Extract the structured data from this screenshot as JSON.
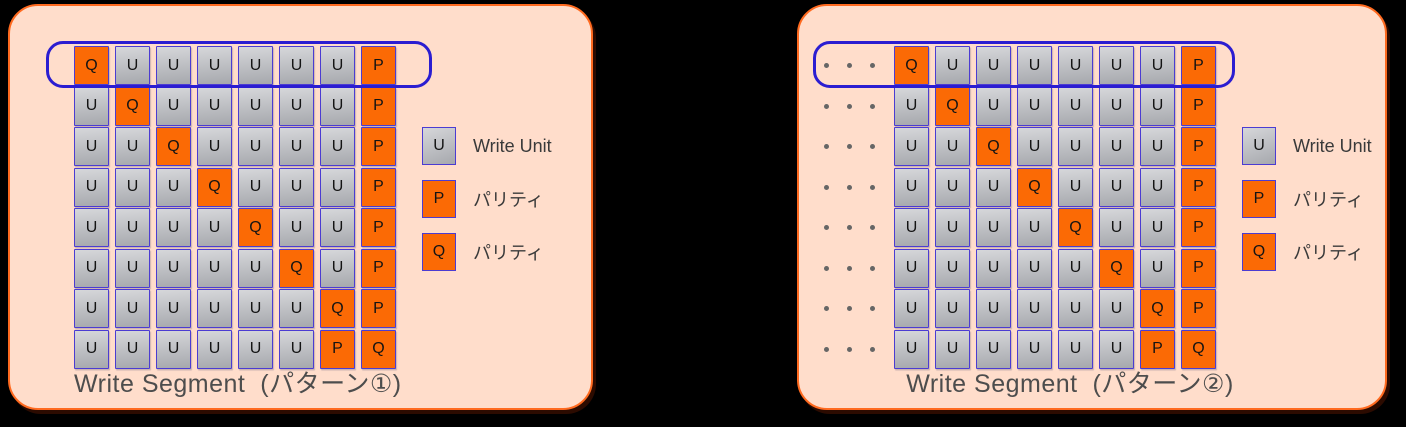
{
  "panels": [
    {
      "caption": "Write Segment  (パターン①)",
      "leading_dots": false,
      "highlight_row": 0,
      "grid_rows": [
        [
          "Q",
          "U",
          "U",
          "U",
          "U",
          "U",
          "U",
          "P"
        ],
        [
          "U",
          "Q",
          "U",
          "U",
          "U",
          "U",
          "U",
          "P"
        ],
        [
          "U",
          "U",
          "Q",
          "U",
          "U",
          "U",
          "U",
          "P"
        ],
        [
          "U",
          "U",
          "U",
          "Q",
          "U",
          "U",
          "U",
          "P"
        ],
        [
          "U",
          "U",
          "U",
          "U",
          "Q",
          "U",
          "U",
          "P"
        ],
        [
          "U",
          "U",
          "U",
          "U",
          "U",
          "Q",
          "U",
          "P"
        ],
        [
          "U",
          "U",
          "U",
          "U",
          "U",
          "U",
          "Q",
          "P"
        ],
        [
          "U",
          "U",
          "U",
          "U",
          "U",
          "U",
          "P",
          "Q"
        ]
      ],
      "legend": [
        {
          "symbol": "U",
          "kind": "unit",
          "label": "Write Unit"
        },
        {
          "symbol": "P",
          "kind": "parity",
          "label": "パリティ"
        },
        {
          "symbol": "Q",
          "kind": "parity",
          "label": "パリティ"
        }
      ]
    },
    {
      "caption": "Write Segment  (パターン②)",
      "leading_dots": true,
      "highlight_row": 0,
      "grid_rows": [
        [
          "Q",
          "U",
          "U",
          "U",
          "U",
          "U",
          "U",
          "P"
        ],
        [
          "U",
          "Q",
          "U",
          "U",
          "U",
          "U",
          "U",
          "P"
        ],
        [
          "U",
          "U",
          "Q",
          "U",
          "U",
          "U",
          "U",
          "P"
        ],
        [
          "U",
          "U",
          "U",
          "Q",
          "U",
          "U",
          "U",
          "P"
        ],
        [
          "U",
          "U",
          "U",
          "U",
          "Q",
          "U",
          "U",
          "P"
        ],
        [
          "U",
          "U",
          "U",
          "U",
          "U",
          "Q",
          "U",
          "P"
        ],
        [
          "U",
          "U",
          "U",
          "U",
          "U",
          "U",
          "Q",
          "P"
        ],
        [
          "U",
          "U",
          "U",
          "U",
          "U",
          "U",
          "P",
          "Q"
        ]
      ],
      "legend": [
        {
          "symbol": "U",
          "kind": "unit",
          "label": "Write Unit"
        },
        {
          "symbol": "P",
          "kind": "parity",
          "label": "パリティ"
        },
        {
          "symbol": "Q",
          "kind": "parity",
          "label": "パリティ"
        }
      ]
    }
  ],
  "colors": {
    "background": "#000000",
    "panel_fill": "#ffddcb",
    "panel_border": "#ff6a1f",
    "unit_fill_top": "#d6d7da",
    "unit_fill_bottom": "#a6a8ad",
    "parity_fill": "#fb6a05",
    "cell_border": "#4b3cd2",
    "highlight_border": "#2b1dd1",
    "caption_text": "#4d4d4d",
    "legend_text": "#3a3a3a",
    "dot_color": "#666666"
  }
}
